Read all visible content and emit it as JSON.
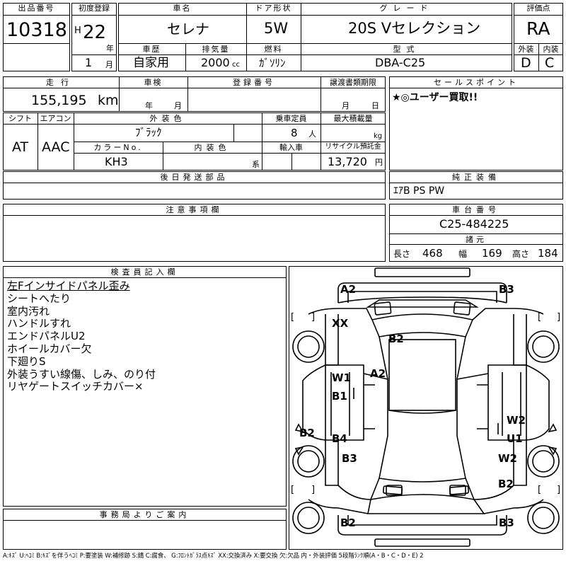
{
  "header": {
    "lot_label": "出品番号",
    "lot_no": "10318",
    "first_reg_label": "初度登録",
    "era": "H",
    "year": "22",
    "year_unit": "年",
    "month": "1",
    "month_unit": "月",
    "name_label": "車名",
    "name": "セレナ",
    "door_label": "ドア形状",
    "door": "5W",
    "grade_label": "グレード",
    "grade": "20S Vセレクション",
    "score_label": "評価点",
    "score": "RA",
    "history_label": "車歴",
    "history": "自家用",
    "displacement_label": "排気量",
    "displacement": "2000",
    "displacement_unit": "cc",
    "fuel_label": "燃料",
    "fuel": "ｶﾞｿﾘﾝ",
    "model_label": "型式",
    "model": "DBA-C25",
    "exterior_label": "外装",
    "exterior_grade": "D",
    "interior_label": "内装",
    "interior_grade": "C"
  },
  "row2": {
    "mileage_label": "走行",
    "mileage": "155,195",
    "mileage_unit": "km",
    "inspection_label": "車検",
    "inspection_year_unit": "年",
    "inspection_month_unit": "月",
    "reg_no_label": "登録番号",
    "transfer_label": "譲渡書類期限",
    "transfer_month_unit": "月",
    "transfer_day_unit": "日",
    "sales_label": "セールスポイント",
    "sales_text": "★◎ユーザー買取!!"
  },
  "row3": {
    "shift_label": "シフト",
    "shift": "AT",
    "ac_label": "エアコン",
    "ac": "AAC",
    "ext_color_label": "外装色",
    "ext_color": "ﾌﾞﾗｯｸ",
    "capacity_label": "乗車定員",
    "capacity": "8",
    "capacity_unit": "人",
    "load_label": "最大積載量",
    "load_unit": "kg",
    "color_no_label": "カラーNo.",
    "color_no": "KH3",
    "int_color_label": "内装色",
    "int_color_unit": "系",
    "import_label": "輸入車",
    "recycle_label": "リサイクル預託金",
    "recycle": "13,720",
    "recycle_unit": "円"
  },
  "parts": {
    "label": "後日発送部品"
  },
  "equipment": {
    "label": "純正装備",
    "text": "ｴｱB PS PW"
  },
  "notes": {
    "label": "注意事項欄"
  },
  "chassis": {
    "label": "車台番号",
    "value": "C25-484225"
  },
  "dims": {
    "label": "諸元",
    "length_label": "長さ",
    "length": "468",
    "width_label": "幅",
    "width": "169",
    "height_label": "高さ",
    "height": "184"
  },
  "inspector": {
    "label": "検査員記入欄",
    "lines": [
      "左Fインサイドパネル歪み",
      "シートへたり",
      "室内汚れ",
      "ハンドルすれ",
      "エンドパネルU2",
      "ホイールカバー欠",
      "下廻りS",
      "外装うすい線傷、しみ、のり付",
      "リヤゲートスイッチカバー×"
    ]
  },
  "office": {
    "label": "事務局よりご案内"
  },
  "diagram": {
    "marks": [
      "A2",
      "B3",
      "XX",
      "B2",
      "W1",
      "A2",
      "B1",
      "B2",
      "B4",
      "W2",
      "U1",
      "B3",
      "W2",
      "B2",
      "B2",
      "B3"
    ],
    "brackets": [
      "[",
      "]",
      "[",
      "]",
      "[",
      "]",
      "[",
      "]"
    ]
  },
  "legend": "A:ｷｽﾞ U:ﾍｺﾐ B:ｷｽﾞを伴うﾍｺﾐ P:要塗装 W:補修跡 S:錆 C:腐食、 G:ﾌﾛﾝﾄｶﾞﾗｽ点ｷｽﾞ XX:交換済み X:要交換 欠:欠品 内・外装評価 5段階ﾗﾝｸ順(A・B・C・D・E) 2"
}
